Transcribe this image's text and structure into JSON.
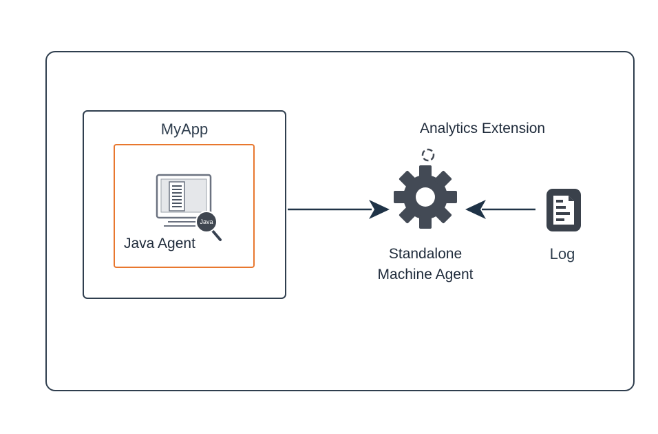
{
  "diagram": {
    "host": {
      "app": {
        "title": "MyApp",
        "agent": {
          "label": "Java Agent",
          "icon": "java-agent-monitor-icon",
          "badge": "Java"
        }
      },
      "machine_agent": {
        "line1": "Standalone",
        "line2": "Machine Agent",
        "icon": "gear-icon"
      },
      "extension": {
        "label": "Analytics Extension",
        "icon": "loading-circle-icon"
      },
      "log": {
        "label": "Log",
        "icon": "log-document-icon"
      }
    },
    "colors": {
      "border": "#2f3e4e",
      "agent_border": "#e8772e",
      "gear": "#434a55",
      "arrow": "#1f3347",
      "log_icon": "#3a414b"
    }
  }
}
